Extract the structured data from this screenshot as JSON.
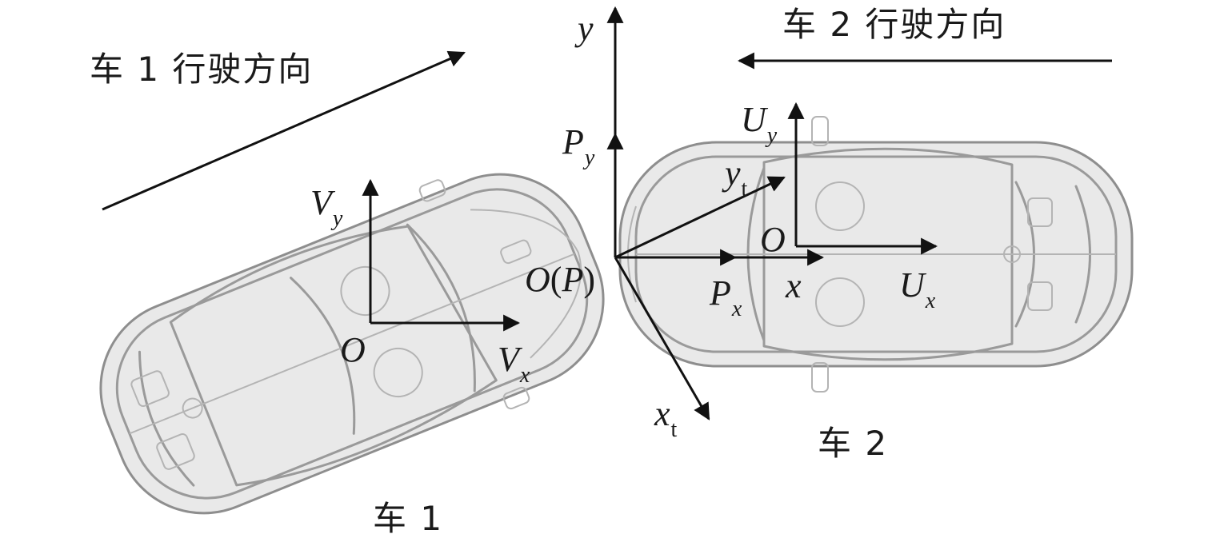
{
  "labels": {
    "car1_direction": "车 1 行驶方向",
    "car2_direction": "车 2 行驶方向",
    "car1": "车 1",
    "car2": "车 2",
    "axis_y": "y",
    "axis_x": "x",
    "axis_xt": "x",
    "axis_xt_sub": "t",
    "axis_yt": "y",
    "axis_yt_sub": "t",
    "origin_p_o": "O",
    "origin_p_paren_open": "(",
    "origin_p_p": "P",
    "origin_p_paren_close": ")",
    "car1_origin": "O",
    "car2_origin": "O",
    "px": "P",
    "px_sub": "x",
    "py": "P",
    "py_sub": "y",
    "vx": "V",
    "vx_sub": "x",
    "vy": "V",
    "vy_sub": "y",
    "ux": "U",
    "ux_sub": "x",
    "uy": "U",
    "uy_sub": "y"
  },
  "colors": {
    "axis": "#111111",
    "car_outline": "#9a9a9a",
    "text": "#1a1a1a"
  }
}
